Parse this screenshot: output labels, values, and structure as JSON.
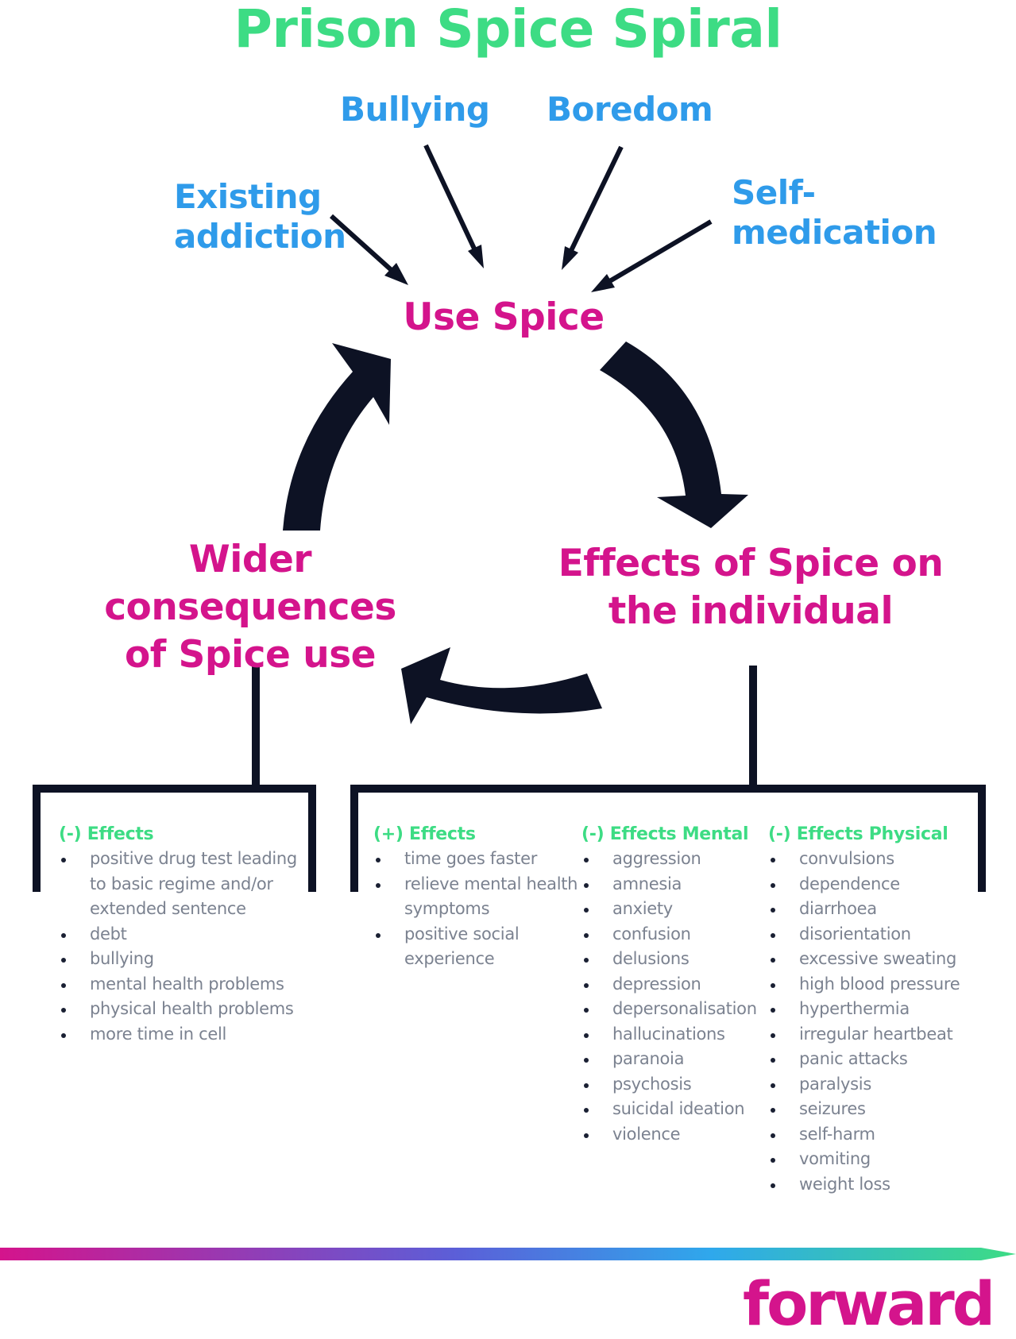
{
  "title": "Prison Spice Spiral",
  "colors": {
    "title": "#3ddc84",
    "driver": "#2f9bea",
    "stage": "#d4148c",
    "heading": "#3ddc84",
    "arrow": "#0d1224",
    "bullet_text": "#7b8290"
  },
  "drivers": {
    "bullying": "Bullying",
    "boredom": "Boredom",
    "existing_addiction_line1": "Existing",
    "existing_addiction_line2": "addiction",
    "self_medication_line1": "Self-",
    "self_medication_line2": "medication"
  },
  "stages": {
    "use_spice": "Use Spice",
    "effects_line1": "Effects of Spice on",
    "effects_line2": "the individual",
    "wider_line1": "Wider consequences",
    "wider_line2": "of Spice use"
  },
  "wider_effects": {
    "heading": "(-) Effects",
    "items": [
      "positive drug test leading to basic regime and/or extended sentence",
      "debt",
      "bullying",
      "mental health problems",
      "physical health problems",
      "more time in cell"
    ]
  },
  "positive_effects": {
    "heading": "(+) Effects",
    "items": [
      "time goes faster",
      "relieve mental health symptoms",
      "positive social experience"
    ]
  },
  "mental_effects": {
    "heading": "(-) Effects Mental",
    "items": [
      "aggression",
      "amnesia",
      "anxiety",
      "confusion",
      "delusions",
      "depression",
      "depersonalisation",
      "hallucinations",
      "paranoia",
      "psychosis",
      "suicidal ideation",
      "violence"
    ]
  },
  "physical_effects": {
    "heading": "(-) Effects Physical",
    "items": [
      "convulsions",
      "dependence",
      "diarrhoea",
      "disorientation",
      "excessive sweating",
      "high blood pressure",
      "hyperthermia",
      "irregular heartbeat",
      "panic attacks",
      "paralysis",
      "seizures",
      "self-harm",
      "vomiting",
      "weight loss"
    ]
  },
  "logo": "forward",
  "logo_icon": "forward-logo"
}
